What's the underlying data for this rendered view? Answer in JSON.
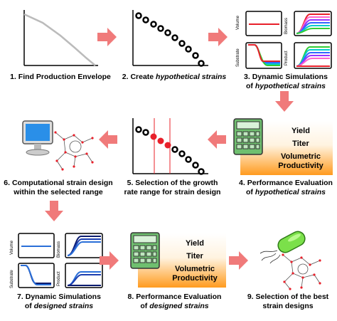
{
  "steps": [
    {
      "num": "1.",
      "text": "Find Production Envelope",
      "italic": ""
    },
    {
      "num": "2.",
      "text": "Create ",
      "italic": "hypothetical strains"
    },
    {
      "num": "3.",
      "text": "Dynamic Simulations",
      "line2": "of ",
      "italic": "hypothetical strains"
    },
    {
      "num": "4.",
      "text": "Performance Evaluation",
      "line2": "of ",
      "italic": "hypothetical strains"
    },
    {
      "num": "5.",
      "text": "Selection of the growth",
      "line2": "rate range for strain design"
    },
    {
      "num": "6.",
      "text": "Computational strain design",
      "line2": "within the selected range"
    },
    {
      "num": "7.",
      "text": "Dynamic Simulations",
      "line2": "of ",
      "italic": "designed strains"
    },
    {
      "num": "8.",
      "text": "Performance Evaluation",
      "line2": "of ",
      "italic": "designed strains"
    },
    {
      "num": "9.",
      "text": "Selection of the best",
      "line2": "strain designs"
    }
  ],
  "metrics": {
    "yield": "Yield",
    "titer": "Titer",
    "vol1": "Volumetric",
    "vol2": "Productivity"
  },
  "panels": {
    "volume": "Volume",
    "biomass": "Biomass",
    "substrate": "Substrate",
    "product": "Product"
  },
  "colors": {
    "arrow": "#f07a7a",
    "orange": "#ff9b1f",
    "red_dot": "#e8202a",
    "calc": "#6fbf6f",
    "bacterium": "#7be04a"
  }
}
